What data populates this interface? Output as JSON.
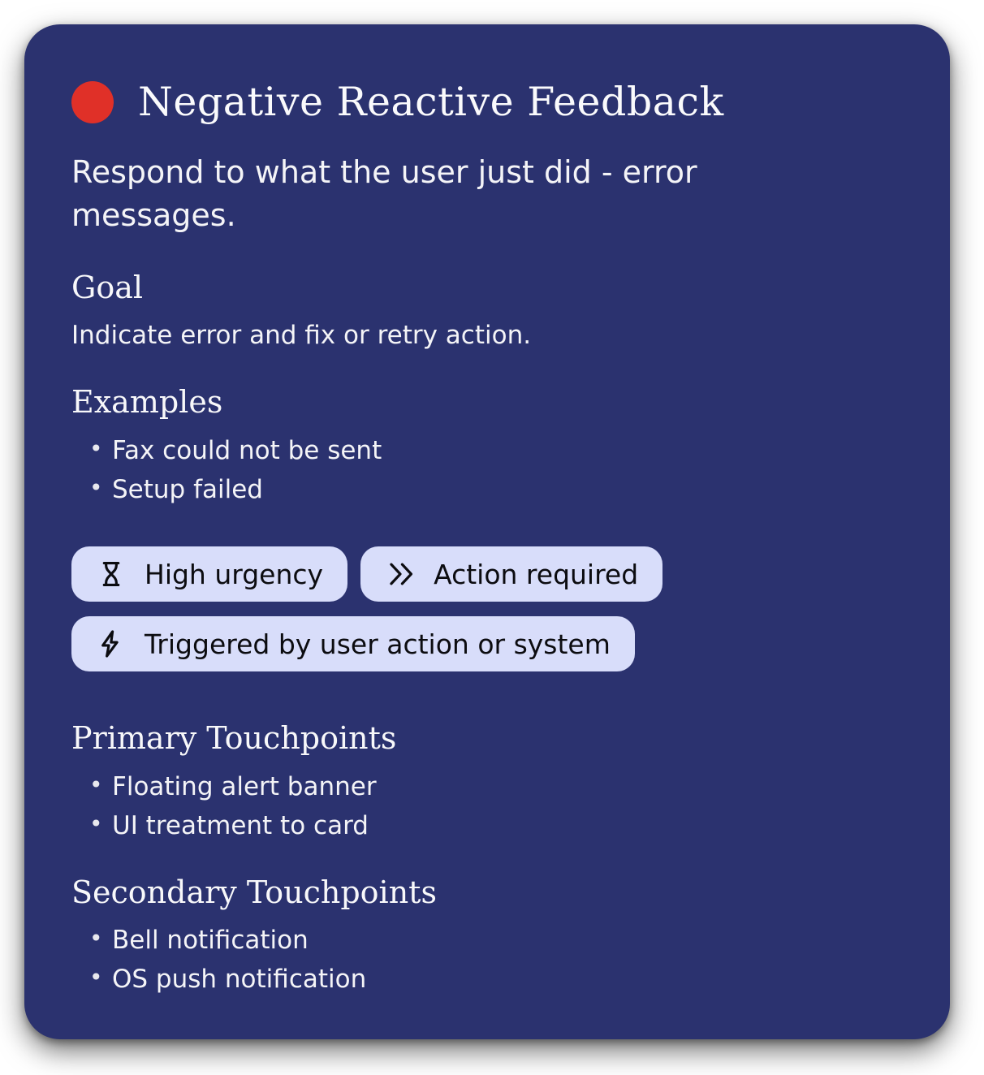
{
  "card": {
    "title": "Negative Reactive Feedback",
    "description": "Respond to what the user just did - error messages.",
    "sections": {
      "goal": {
        "heading": "Goal",
        "text": "Indicate error and fix or retry action."
      },
      "examples": {
        "heading": "Examples",
        "items": [
          "Fax could not be sent",
          "Setup failed"
        ]
      },
      "primary_touchpoints": {
        "heading": "Primary Touchpoints",
        "items": [
          "Floating alert banner",
          "UI treatment to card"
        ]
      },
      "secondary_touchpoints": {
        "heading": "Secondary Touchpoints",
        "items": [
          "Bell notification",
          "OS push notification"
        ]
      }
    },
    "badges": [
      {
        "icon": "hourglass-icon",
        "label": "High urgency"
      },
      {
        "icon": "double-chevron-right-icon",
        "label": "Action required"
      },
      {
        "icon": "lightning-bolt-icon",
        "label": "Triggered by user action or system"
      }
    ],
    "colors": {
      "card_background": "#2b326f",
      "status_dot": "#e03028",
      "badge_background": "#d8ddfa",
      "badge_text": "#0c0c10",
      "text": "#f4f4f7"
    }
  }
}
